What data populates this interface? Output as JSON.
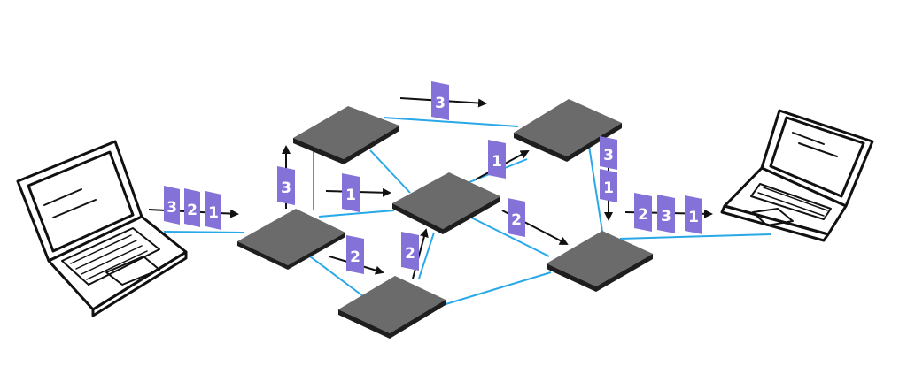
{
  "colors": {
    "link": "#29a8e8",
    "router_top": "#6b6b6b",
    "router_edge": "#1e1e1e",
    "packet": "#8472d9",
    "packet_text": "#ffffff",
    "arrow": "#111111",
    "laptop_stroke": "#111111"
  },
  "icons": {
    "laptop": "laptop-icon",
    "router": "router-icon",
    "packet": "packet-icon",
    "arrow": "arrow-icon"
  },
  "nodes": {
    "sender": "sender laptop",
    "receiver": "receiver laptop",
    "routers": [
      "r1",
      "r2",
      "r3",
      "r4",
      "r5",
      "r6"
    ]
  },
  "packets": {
    "sender_queue": [
      "3",
      "2",
      "1"
    ],
    "r1_to_r2": "3",
    "r1_to_r4": "1",
    "r1_to_r3": "2",
    "r3_to_r4": "2",
    "r2_to_r5": "3",
    "r4_to_r5": "1",
    "r4_to_r6": "2",
    "r5_to_r6_a": "3",
    "r5_to_r6_b": "1",
    "receiver_queue": [
      "2",
      "3",
      "1"
    ]
  }
}
